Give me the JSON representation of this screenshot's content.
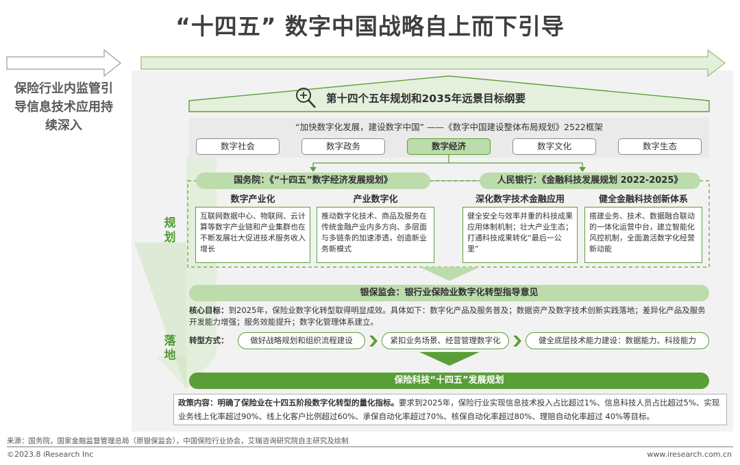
{
  "header": {
    "title": "“十四五” 数字中国战略自上而下引导",
    "side_text": "保险行业内监管引导信息技术应用持续深入"
  },
  "plan": {
    "title": "第十四个五年规划和2035年远景目标纲要",
    "subtitle": "“加快数字化发展，建设数字中国” ——《数字中国建设整体布局规划》2522框架",
    "tabs": [
      "数字社会",
      "数字政务",
      "数字经济",
      "数字文化",
      "数字生态"
    ],
    "selected_tab": "数字经济"
  },
  "planning": {
    "label_chars": [
      "规",
      "划"
    ],
    "left_title": "国务院：《“十四五”数字经济发展规划》",
    "right_title": "人民银行：《金融科技发展规划 2022-2025》",
    "columns": [
      {
        "head": "数字产业化",
        "body": "互联网数据中心、物联网、云计算等数字产业链和产业集群也在不断发展壮大促进技术服务收入增长"
      },
      {
        "head": "产业数字化",
        "body": "推动数字化技术、商品及服务在传统金融产业内多方向、多层面与多链条的加速渗透，创造新业务新模式"
      },
      {
        "head": "深化数字技术金融应用",
        "body": "健全安全与效率并重的科技成果应用体制机制；壮大产业生态；打通科技成果转化“最后一公里”"
      },
      {
        "head": "健全金融科技创新体系",
        "body": "搭建业务、技术、数据融合联动的一体化运营中台，建立智能化风控机制，全面激活数字化经营新动能"
      }
    ]
  },
  "landing": {
    "label_chars": [
      "落",
      "地"
    ],
    "cbirc_title": "银保监会：银行业保险业数字化转型指导意见",
    "core_goal_label": "核心目标：",
    "core_goal_text": "到2025年，保险业数字化转型取得明显成效。具体如下：数字化产品及服务普及；数据资产及数字技术创新实践落地；差异化产品及服务开发能力增强；服务效能提升；数字化管理体系建立。",
    "method_label": "转型方式：",
    "methods": [
      "做好战略规划和组织流程建设",
      "紧扣业务场景、经营管理数字化",
      "健全底层技术能力建设：数据能力、科技能力"
    ],
    "insurtech_title": "保险科技“十四五”发展规划",
    "policy_label": "政策内容：",
    "policy_bold": "明确了保险业在十四五阶段数字化转型的量化指标。",
    "policy_text": "要求到2025年，保险行业实现信息技术投入占比超过1%、信息科技人员占比超过5%、实现业务线上化率超过90%、线上化客户比例超过60%、承保自动化率超过70%、核保自动化率超过80%、理赔自动化率超过 40%等目标。"
  },
  "footer": {
    "source": "来源：国务院，国家金融监督管理总局（原银保监会），中国保险行业协会，艾瑞咨询研究院自主研究及绘制",
    "copyright": "©2023.8 iResearch Inc",
    "url": "www.iresearch.com.cn"
  },
  "colors": {
    "accent": "#5a9e38",
    "light_green": "#bcdcab",
    "arrow_fill": "#e4f0dc"
  },
  "icons": [
    "magnifier-plus-icon",
    "chevron-right-icon"
  ]
}
